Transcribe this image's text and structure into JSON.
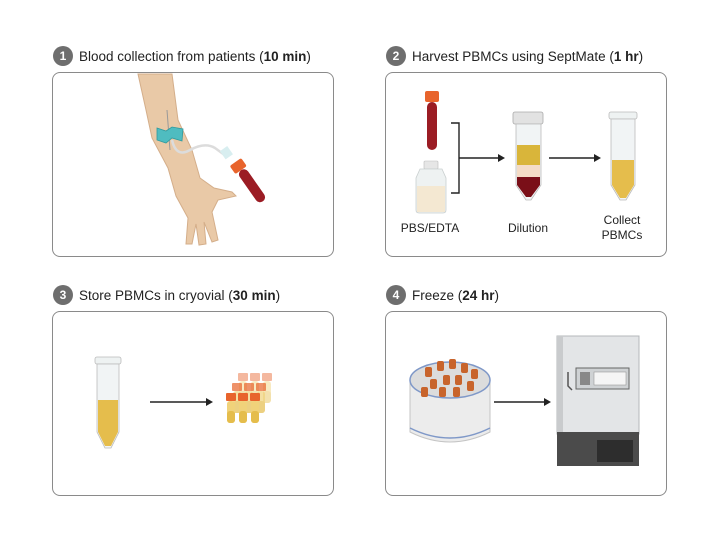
{
  "steps": [
    {
      "number": "1",
      "title": "Blood collection from patients (",
      "duration": "10 min",
      "close": ")"
    },
    {
      "number": "2",
      "title": "Harvest PBMCs using SeptMate (",
      "duration": "1 hr",
      "close": ")"
    },
    {
      "number": "3",
      "title": "Store PBMCs in cryovial (",
      "duration": "30 min",
      "close": ")"
    },
    {
      "number": "4",
      "title": "Freeze (",
      "duration": "24 hr",
      "close": ")"
    }
  ],
  "panel2_labels": {
    "buffer": "PBS/EDTA",
    "dilution": "Dilution",
    "collect_line1": "Collect",
    "collect_line2": "PBMCs"
  },
  "colors": {
    "blood": "#9b1c24",
    "cap": "#e8642c",
    "plasma": "#e5bd4c",
    "teal": "#4fbcc0",
    "skin": "#e9c9a7"
  }
}
